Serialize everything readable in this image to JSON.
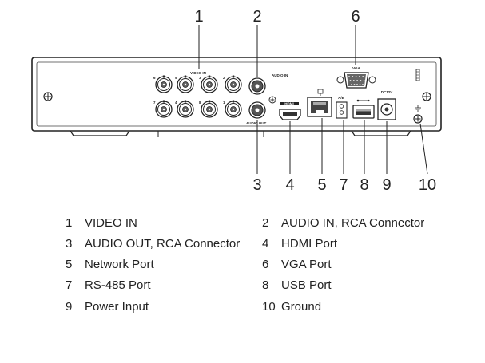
{
  "callouts": [
    {
      "num": "1",
      "label": "VIDEO IN"
    },
    {
      "num": "2",
      "label": "AUDIO IN, RCA Connector"
    },
    {
      "num": "3",
      "label": "AUDIO OUT, RCA Connector"
    },
    {
      "num": "4",
      "label": "HDMI Port"
    },
    {
      "num": "5",
      "label": "Network Port"
    },
    {
      "num": "6",
      "label": "VGA Port"
    },
    {
      "num": "7",
      "label": "RS-485 Port"
    },
    {
      "num": "8",
      "label": "USB Port"
    },
    {
      "num": "9",
      "label": "Power Input"
    },
    {
      "num": "10",
      "label": "Ground"
    }
  ],
  "panel_labels": {
    "video_in": "VIDEO IN",
    "audio_in": "AUDIO IN",
    "audio_out": "AUDIO OUT",
    "vga": "VGA",
    "hdmi": "HDMI",
    "ab": "A/B",
    "dc": "DC12V",
    "bnc_numbers": [
      "6",
      "5",
      "3",
      "2",
      "7",
      "4",
      "8",
      "1"
    ]
  }
}
